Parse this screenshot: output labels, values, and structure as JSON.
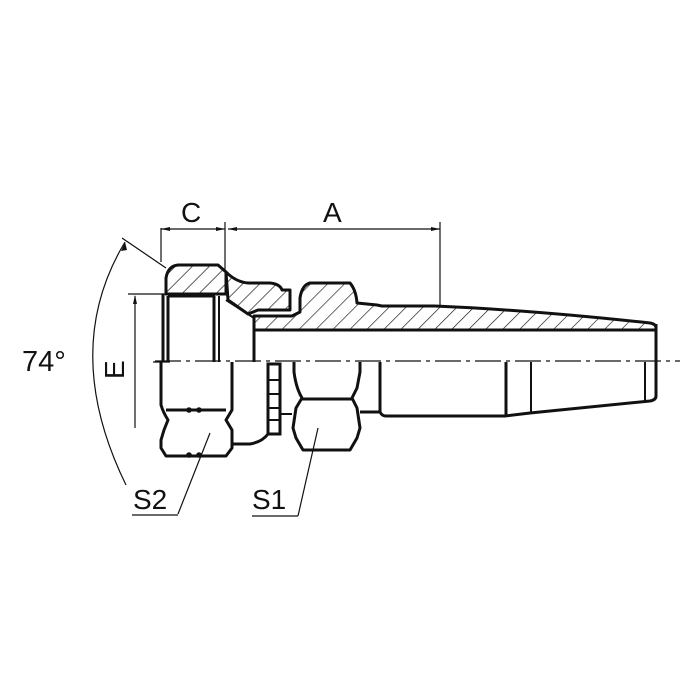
{
  "diagram": {
    "type": "technical-drawing",
    "subject": "hose fitting, female swivel with hex nut (half-section view)",
    "labels": {
      "dim_a": "A",
      "dim_c": "C",
      "dim_e": "E",
      "angle": "74°",
      "hex_s1": "S1",
      "hex_s2": "S2"
    },
    "colors": {
      "line": "#111111",
      "background": "#ffffff"
    }
  }
}
